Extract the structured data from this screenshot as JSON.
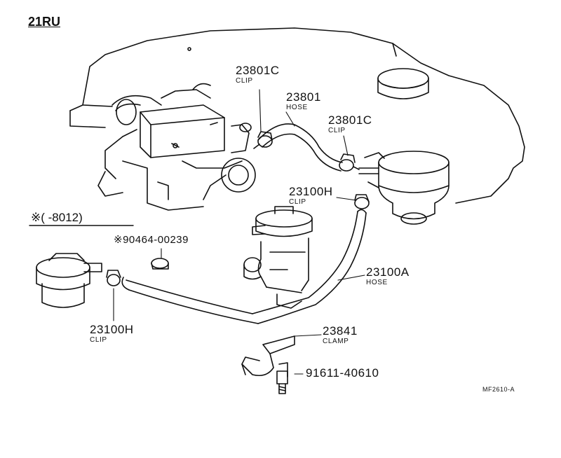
{
  "header": {
    "engine": "21RU"
  },
  "note": {
    "range": "※(       -8012)"
  },
  "figure_code": "MF2610-A",
  "callouts": [
    {
      "part_no": "23801C",
      "name": "CLIP"
    },
    {
      "part_no": "23801",
      "name": "HOSE"
    },
    {
      "part_no": "23801C",
      "name": "CLIP"
    },
    {
      "part_no": "23100H",
      "name": "CLIP"
    },
    {
      "part_no": "※90464-00239",
      "name": ""
    },
    {
      "part_no": "23100A",
      "name": "HOSE"
    },
    {
      "part_no": "23100H",
      "name": "CLIP"
    },
    {
      "part_no": "23841",
      "name": "CLAMP"
    },
    {
      "part_no": "91611-40610",
      "name": ""
    }
  ]
}
